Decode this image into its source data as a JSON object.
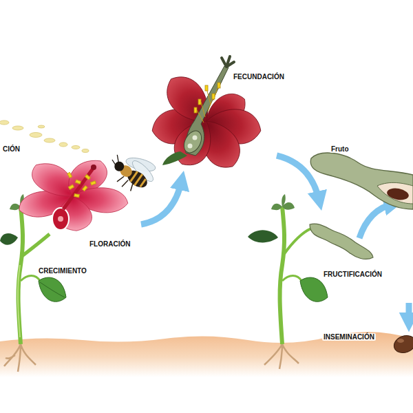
{
  "diagram": {
    "labels": [
      "FECUNDACIÓN",
      "CIÓN",
      "Fruto",
      "FLORACIÓN",
      "CRECIMIENTO",
      "FRUCTIFICACIÓN",
      "INSEMINACIÓN"
    ]
  }
}
